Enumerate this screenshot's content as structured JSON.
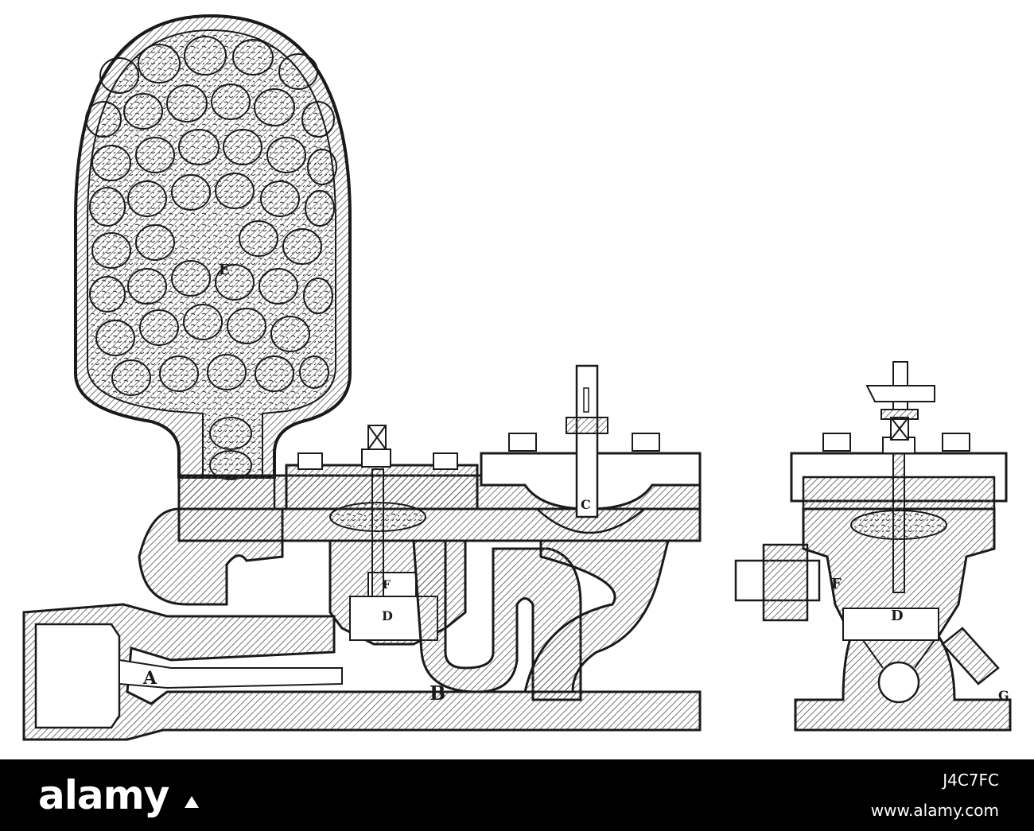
{
  "figure": {
    "labels": {
      "E": "E",
      "A": "A",
      "B": "B",
      "C": "C",
      "D_left": "D",
      "D_right": "D",
      "F_left": "F",
      "F_right": "F",
      "G": "G"
    },
    "colors": {
      "ink": "#1a1a1a",
      "paper": "#ffffff",
      "hatch": "#555555"
    }
  },
  "footer": {
    "logo": "alamy",
    "image_id": "J4C7FC",
    "url": "www.alamy.com",
    "background": "#000000",
    "text_color": "#ffffff"
  }
}
